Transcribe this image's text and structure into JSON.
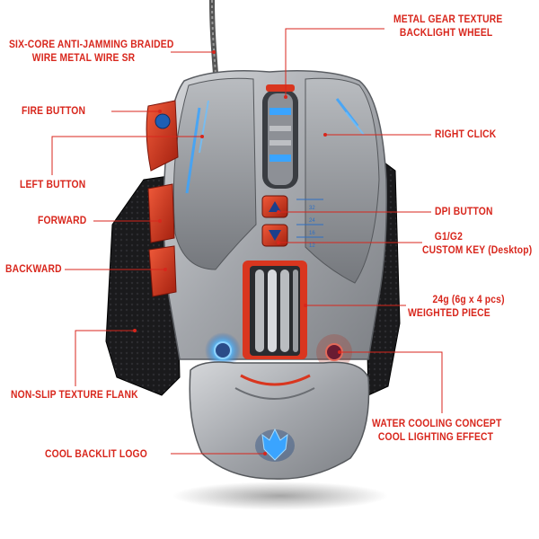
{
  "colors": {
    "callout_text": "#d8261c",
    "leader_line": "#d8261c",
    "shell_silver": "#a9acb1",
    "accent_red": "#d9361f",
    "led_blue": "#3aa4ff",
    "flank_black": "#1b1b1d"
  },
  "callouts": {
    "wire": {
      "line1": "SIX-CORE ANTI-JAMMING BRAIDED",
      "line2": "WIRE METAL WIRE SR"
    },
    "gear_wheel": {
      "line1": "METAL GEAR TEXTURE",
      "line2": "BACKLIGHT WHEEL"
    },
    "fire_button": "FIRE BUTTON",
    "right_click": "RIGHT CLICK",
    "left_button": "LEFT BUTTON",
    "forward": "FORWARD",
    "dpi_button": "DPI BUTTON",
    "g1g2": {
      "line1": "G1/G2",
      "line2": "CUSTOM KEY (Desktop)"
    },
    "backward": "BACKWARD",
    "weighted": {
      "line1": "24g (6g x 4 pcs)",
      "line2": "WEIGHTED PIECE"
    },
    "non_slip": "NON-SLIP TEXTURE FLANK",
    "water_cooling": {
      "line1": "WATER COOLING CONCEPT",
      "line2": "COOL LIGHTING EFFECT"
    },
    "backlit_logo": "COOL BACKLIT LOGO"
  },
  "dpi_levels": [
    "32",
    "24",
    "16",
    "12"
  ],
  "icons": [
    "braided-cable-icon",
    "wolf-logo-icon",
    "scroll-wheel-icon",
    "dpi-arrow-icon",
    "led-ring-icon"
  ]
}
